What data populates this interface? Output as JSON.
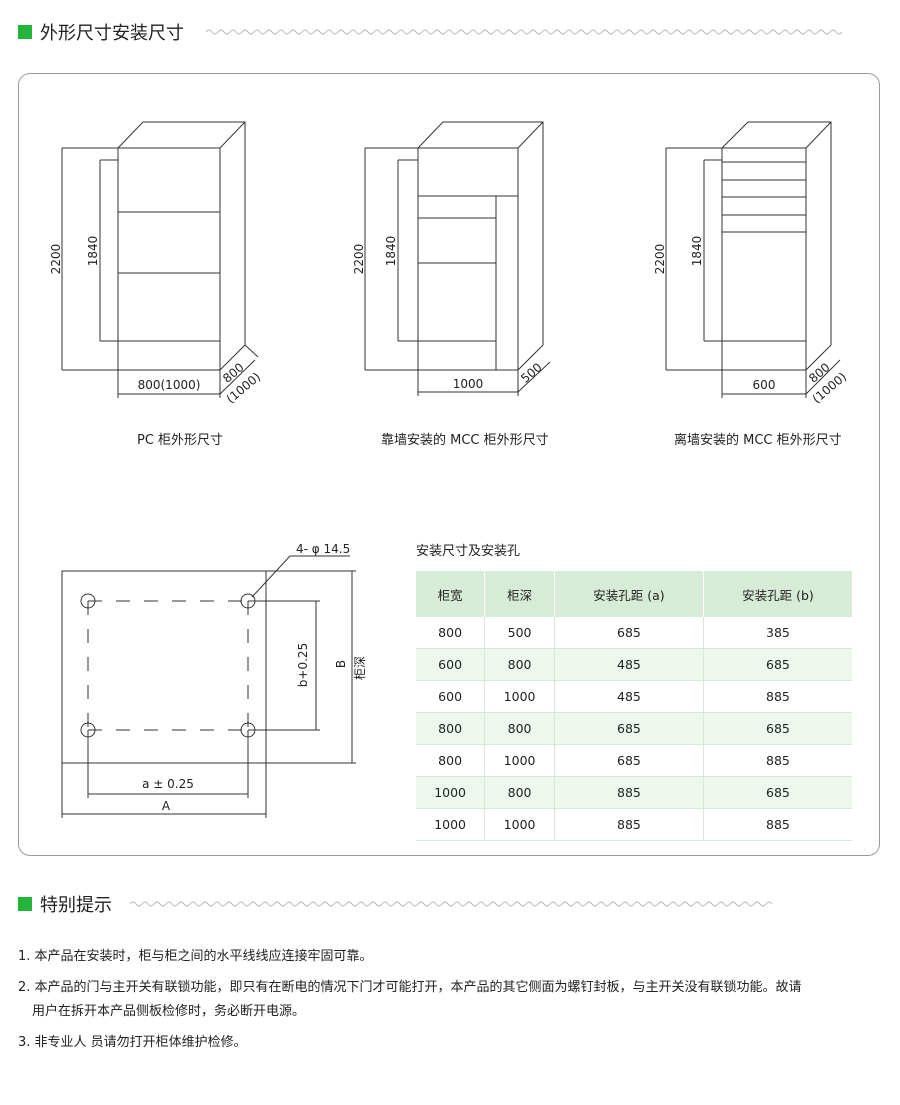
{
  "section1": {
    "title": "外形尺寸安装尺寸"
  },
  "section2": {
    "title": "特别提示"
  },
  "drawings": {
    "pc": {
      "h_total": "2200",
      "h_inner": "1840",
      "width": "800(1000)",
      "depth_top": "800",
      "depth_bottom": "(1000)",
      "caption": "PC 柜外形尺寸"
    },
    "mcc_wall": {
      "h_total": "2200",
      "h_inner": "1840",
      "width": "1000",
      "depth": "500",
      "caption": "靠墙安装的 MCC 柜外形尺寸"
    },
    "mcc_free": {
      "h_total": "2200",
      "h_inner": "1840",
      "width": "600",
      "depth_top": "800",
      "depth_bottom": "(1000)",
      "caption": "离墙安装的 MCC 柜外形尺寸"
    }
  },
  "mounting": {
    "hole_label": "4- φ 14.5",
    "b_label": "b+0.25",
    "B_label": "B",
    "depth_label": "柜深",
    "a_label": "a ± 0.25",
    "A_label": "A"
  },
  "table": {
    "title": "安装尺寸及安装孔",
    "headers": [
      "柜宽",
      "柜深",
      "安装孔距 (a)",
      "安装孔距 (b)"
    ],
    "rows": [
      [
        "800",
        "500",
        "685",
        "385"
      ],
      [
        "600",
        "800",
        "485",
        "685"
      ],
      [
        "600",
        "1000",
        "485",
        "885"
      ],
      [
        "800",
        "800",
        "685",
        "685"
      ],
      [
        "800",
        "1000",
        "685",
        "885"
      ],
      [
        "1000",
        "800",
        "885",
        "685"
      ],
      [
        "1000",
        "1000",
        "885",
        "885"
      ]
    ]
  },
  "notes": {
    "n1": "1. 本产品在安装时，柜与柜之间的水平线线应连接牢固可靠。",
    "n2a": "2. 本产品的门与主开关有联锁功能，即只有在断电的情况下门才可能打开，本产品的其它侧面为螺钉封板，与主开关没有联锁功能。故请",
    "n2b": "用户在拆开本产品侧板检修时，务必断开电源。",
    "n3": "3. 非专业人 员请勿打开柜体维护检修。"
  },
  "colors": {
    "accent": "#22b53a",
    "header_bg": "#d7ecd6",
    "alt_row": "#eef7ee"
  }
}
